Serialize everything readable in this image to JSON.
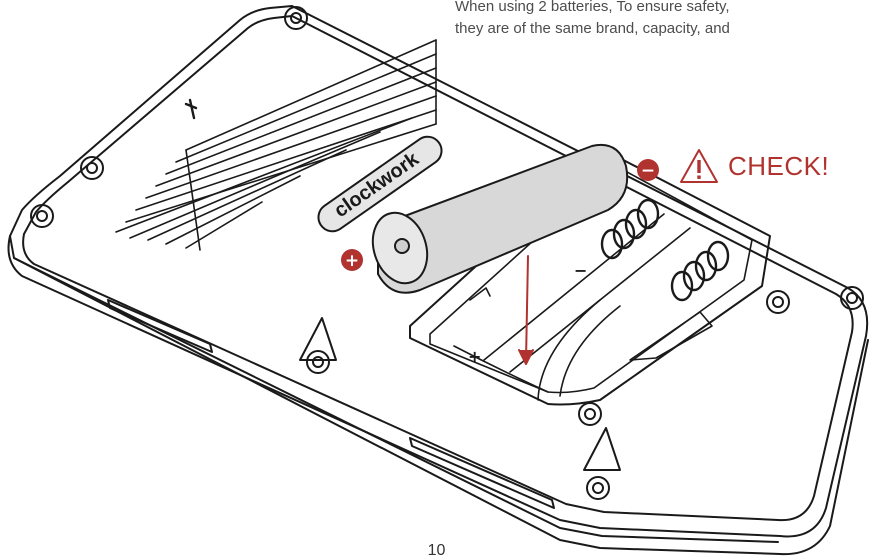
{
  "caption": {
    "line1": "When using 2 batteries, To ensure safety,",
    "line2": "they are of the same brand, capacity, and"
  },
  "warning": {
    "label": "CHECK!",
    "icon": "warning-triangle-icon"
  },
  "brand": {
    "logo_text": "clockwork"
  },
  "polarity": {
    "positive_symbol": "+",
    "negative_symbol": "−",
    "compartment_plus": "+",
    "compartment_minus": "−"
  },
  "page_number": "10",
  "colors": {
    "accent": "#b0332f",
    "line": "#1a1a1a",
    "battery_fill": "#d8d8d8",
    "text": "#4d4d4d"
  }
}
